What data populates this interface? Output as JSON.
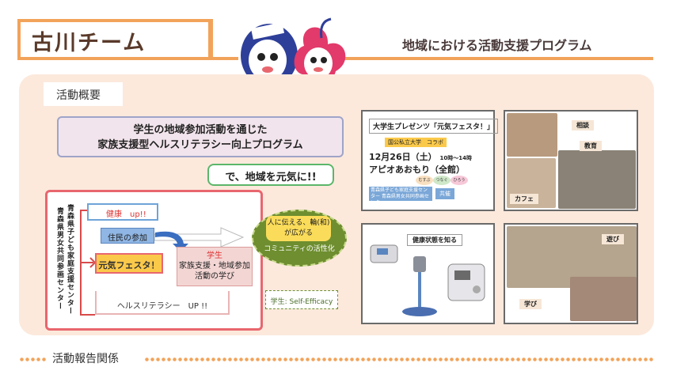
{
  "header": {
    "team": "古川チーム",
    "program": "地域における活動支援プログラム"
  },
  "summary_tab": "活動概要",
  "headline": {
    "line1": "学生の地域参加活動を通じた",
    "line2": "家族支援型ヘルスリテラシー向上プログラム"
  },
  "sub_headline": "で、地域を元気に!!",
  "diagram": {
    "left_label_1": "青森県子ども家庭支援センター",
    "left_label_2": "青森県男女共同参画センター",
    "health_up": "健康　up!!",
    "resident": "住民の参加",
    "festa": "元気フェスタ！",
    "student_head": "学生",
    "student_body": "家族支援・地域参加活動の学び",
    "health_literacy": "ヘルスリテラシー　UP !!",
    "community_inner": "人に伝える、輪(和)が広がる",
    "community_label": "コミュニティの活性化",
    "self_efficacy": "学生: Self-Efficacy"
  },
  "photo1": {
    "title": "大学生プレゼンツ「元気フェスタ！」",
    "collab": "国公私立大学　コラボ",
    "date": "12月26日（土）",
    "time": "10時～14時",
    "venue": "アピオあおもり（全館）",
    "circles": [
      "むすぶ",
      "つなぐ",
      "ひろう"
    ],
    "orgs": "青森県子ども家庭支援センター 青森県男女共同参画センター",
    "cosponsor": "共催"
  },
  "photo2": {
    "caption1": "相談",
    "caption2": "教育",
    "caption3": "カフェ"
  },
  "photo3": {
    "caption": "健康状態を知る"
  },
  "photo4": {
    "caption1": "遊び",
    "caption2": "学び"
  },
  "footer": {
    "report": "活動報告関係"
  },
  "colors": {
    "accent": "#f2a35a",
    "panel": "#fce9dc",
    "red": "#e8666e",
    "green": "#6e8e2f"
  }
}
